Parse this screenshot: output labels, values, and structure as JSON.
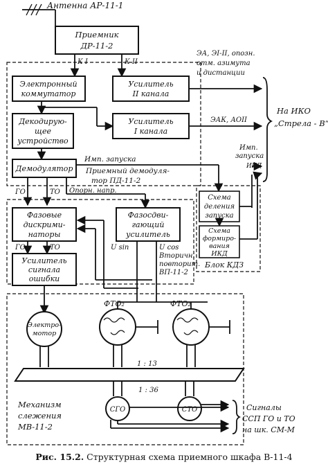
{
  "labels": {
    "antenna": "Антенна АР-11-1",
    "receiver": [
      "Приемник",
      "ДР-11-2"
    ],
    "k1": "К I",
    "k2": "К II",
    "commutator": [
      "Электронный",
      "коммутатор"
    ],
    "amp2": [
      "Усилитель",
      "II канала"
    ],
    "decoder": [
      "Декодирую-",
      "щее",
      "устройство"
    ],
    "amp1": [
      "Усилитель",
      "I канала"
    ],
    "demodulator": "Демодулятор",
    "imp_start": "Имп. запуска",
    "pd": [
      "Приемный демодуля-",
      "тор ПД-11-2"
    ],
    "outputs_top": [
      "ЭА, ЭI-II, опозн.",
      "отм. азимута",
      "и дистанции"
    ],
    "outputs_mid": "ЭАК, АОII",
    "iko": [
      "На ИКО",
      "„Стрела - В“"
    ],
    "imp_right": [
      "Имп.",
      "запуска"
    ],
    "ikd": "ИКД",
    "go": "ГО",
    "to": "ТО",
    "ref_voltage": "Опорн. напр.",
    "phase_disc": [
      "Фазовые",
      "дискрими-",
      "наторы"
    ],
    "phase_shift": [
      "Фазосдви-",
      "гающий",
      "усилитель"
    ],
    "div_scheme": [
      "Схема",
      "деления",
      "запуска"
    ],
    "ikd_scheme": [
      "Схема",
      "формиро-",
      "вания",
      "ИКД"
    ],
    "kdz": "Блок КДЗ",
    "go2": "ГО",
    "to2": "ТО",
    "err_amp": [
      "Усилитель",
      "сигнала",
      "ошибки"
    ],
    "usin": "U sin",
    "ucos": [
      "U cos",
      "Вторичн.",
      "повторит.",
      "ВП-11-2"
    ],
    "motor": [
      "Электро-",
      "мотор"
    ],
    "fto_left": "ФТО₂",
    "fto_right": "ФТО₂",
    "ratio1": "1 : 13",
    "ratio2": "1 : 36",
    "mech": [
      "Механизм",
      "слежения",
      "МВ-11-2"
    ],
    "sgo": "СГО",
    "sto": "СТО",
    "signals": [
      "Сигналы",
      "ССП ГО и ТО",
      "на шк. СМ-М"
    ]
  },
  "caption": {
    "prefix": "Рис. 15.2.",
    "text": "Структурная схема приемного шкафа В-11-4"
  }
}
